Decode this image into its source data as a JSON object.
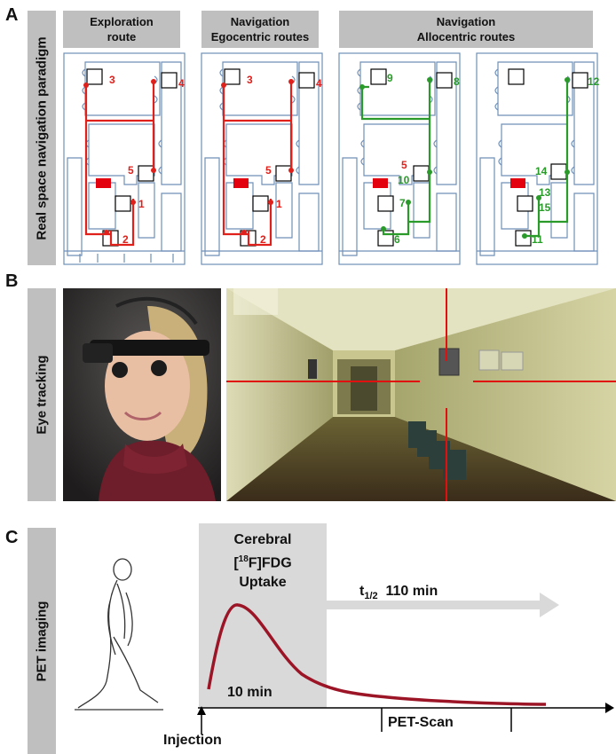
{
  "panel_a": {
    "letter": "A",
    "sidebar": "Real space navigation paradigm",
    "headers": [
      {
        "line1": "Exploration",
        "line2": "route"
      },
      {
        "line1": "Navigation",
        "line2": "Egocentric routes"
      },
      {
        "line1": "Navigation",
        "line2": "Allocentric routes"
      }
    ],
    "maps": [
      {
        "color": "#e0201b",
        "labels": [
          "3",
          "4",
          "5",
          "1",
          "2"
        ]
      },
      {
        "color": "#e0201b",
        "labels": [
          "3",
          "4",
          "5",
          "1",
          "2"
        ]
      },
      {
        "color": "#2a9a2a",
        "labels": [
          "9",
          "8",
          "5",
          "10",
          "7",
          "6"
        ]
      },
      {
        "color": "#2a9a2a",
        "labels": [
          "12",
          "14",
          "13",
          "15",
          "11"
        ]
      }
    ]
  },
  "panel_b": {
    "letter": "B",
    "sidebar": "Eye tracking"
  },
  "panel_c": {
    "letter": "C",
    "sidebar": "PET imaging",
    "uptake_line1": "Cerebral",
    "uptake_line2_pre": "[",
    "uptake_sup": "18",
    "uptake_line2_post": "F]FDG",
    "uptake_line3": "Uptake",
    "half_life_t": "t",
    "half_life_sub": "1/2",
    "half_life_value": "110 min",
    "peak_time": "10 min",
    "injection": "Injection",
    "pet_scan": "PET-Scan",
    "curve_color": "#9c1527"
  }
}
